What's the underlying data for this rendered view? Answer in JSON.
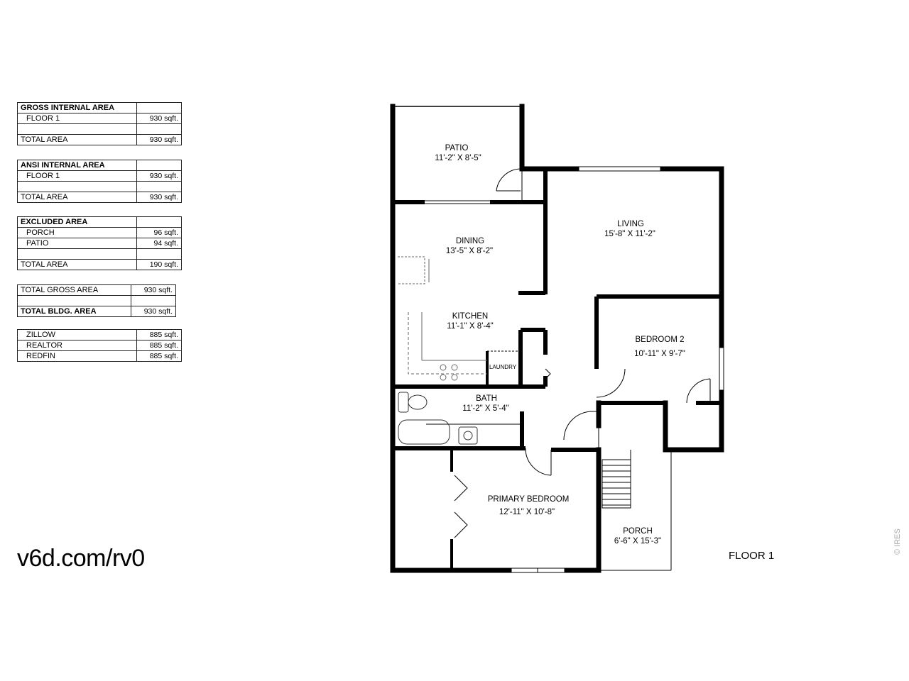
{
  "tables": {
    "gross": {
      "header": "GROSS INTERNAL AREA",
      "rows": [
        {
          "label": "FLOOR 1",
          "value": "930 sqft."
        },
        {
          "label": "",
          "value": ""
        },
        {
          "label": "TOTAL AREA",
          "value": "930 sqft."
        }
      ]
    },
    "ansi": {
      "header": "ANSI INTERNAL AREA",
      "rows": [
        {
          "label": "FLOOR 1",
          "value": "930 sqft."
        },
        {
          "label": "",
          "value": ""
        },
        {
          "label": "TOTAL AREA",
          "value": "930 sqft."
        }
      ]
    },
    "excluded": {
      "header": "EXCLUDED AREA",
      "rows": [
        {
          "label": "PORCH",
          "value": "96 sqft."
        },
        {
          "label": "PATIO",
          "value": "94 sqft."
        },
        {
          "label": "",
          "value": ""
        },
        {
          "label": "TOTAL AREA",
          "value": "190 sqft."
        }
      ]
    },
    "totals": {
      "rows": [
        {
          "label": "TOTAL GROSS AREA",
          "value": "930 sqft."
        },
        {
          "label": "",
          "value": ""
        },
        {
          "label": "TOTAL BLDG. AREA",
          "value": "930 sqft."
        }
      ]
    },
    "estimates": {
      "rows": [
        {
          "label": "ZILLOW",
          "value": "885 sqft."
        },
        {
          "label": "REALTOR",
          "value": "885 sqft."
        },
        {
          "label": "REDFIN",
          "value": "885 sqft."
        }
      ]
    }
  },
  "url": "v6d.com/rv0",
  "floor_label": "FLOOR 1",
  "watermark": "© IRES",
  "rooms": {
    "patio": {
      "name": "PATIO",
      "dims": "11'-2\" X 8'-5\""
    },
    "living": {
      "name": "LIVING",
      "dims": "15'-8\" X 11'-2\""
    },
    "dining": {
      "name": "DINING",
      "dims": "13'-5\" X 8'-2\""
    },
    "kitchen": {
      "name": "KITCHEN",
      "dims": "11'-1\" X 8'-4\""
    },
    "bedroom2": {
      "name": "BEDROOM 2",
      "dims": "10'-11\" X 9'-7\""
    },
    "laundry": {
      "name": "LAUNDRY"
    },
    "bath": {
      "name": "BATH",
      "dims": "11'-2\" X 5'-4\""
    },
    "primary": {
      "name": "PRIMARY BEDROOM",
      "dims": "12'-11\" X 10'-8\""
    },
    "porch": {
      "name": "PORCH",
      "dims": "6'-6\" X 15'-3\""
    }
  }
}
